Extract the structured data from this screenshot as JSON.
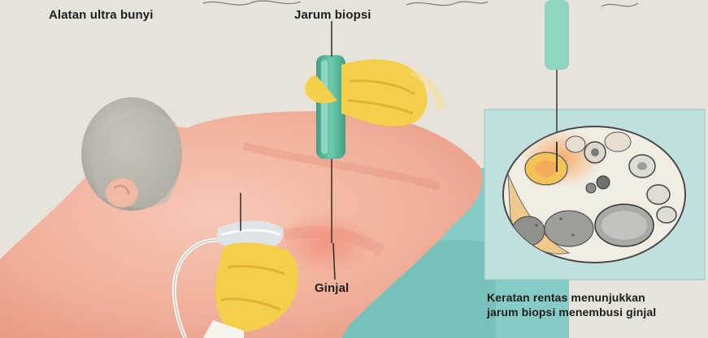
{
  "labels": {
    "ultrasound": "Alatan ultra bunyi",
    "needle": "Jarum biopsi",
    "kidney": "Ginjal",
    "caption_line1": "Keratan rentas menunjukkan",
    "caption_line2": "jarum biopsi menembusi ginjal"
  },
  "colors": {
    "paper": "#e8e3da",
    "skin": "#f2b8a4",
    "skin_shadow": "#e79a86",
    "hair": "#b9b5ad",
    "glove": "#f3cf4a",
    "needle_body": "#57b79a",
    "sheet": "#86cbc6",
    "inset_bg": "#bfe0dc",
    "text": "#1e1e1e"
  }
}
